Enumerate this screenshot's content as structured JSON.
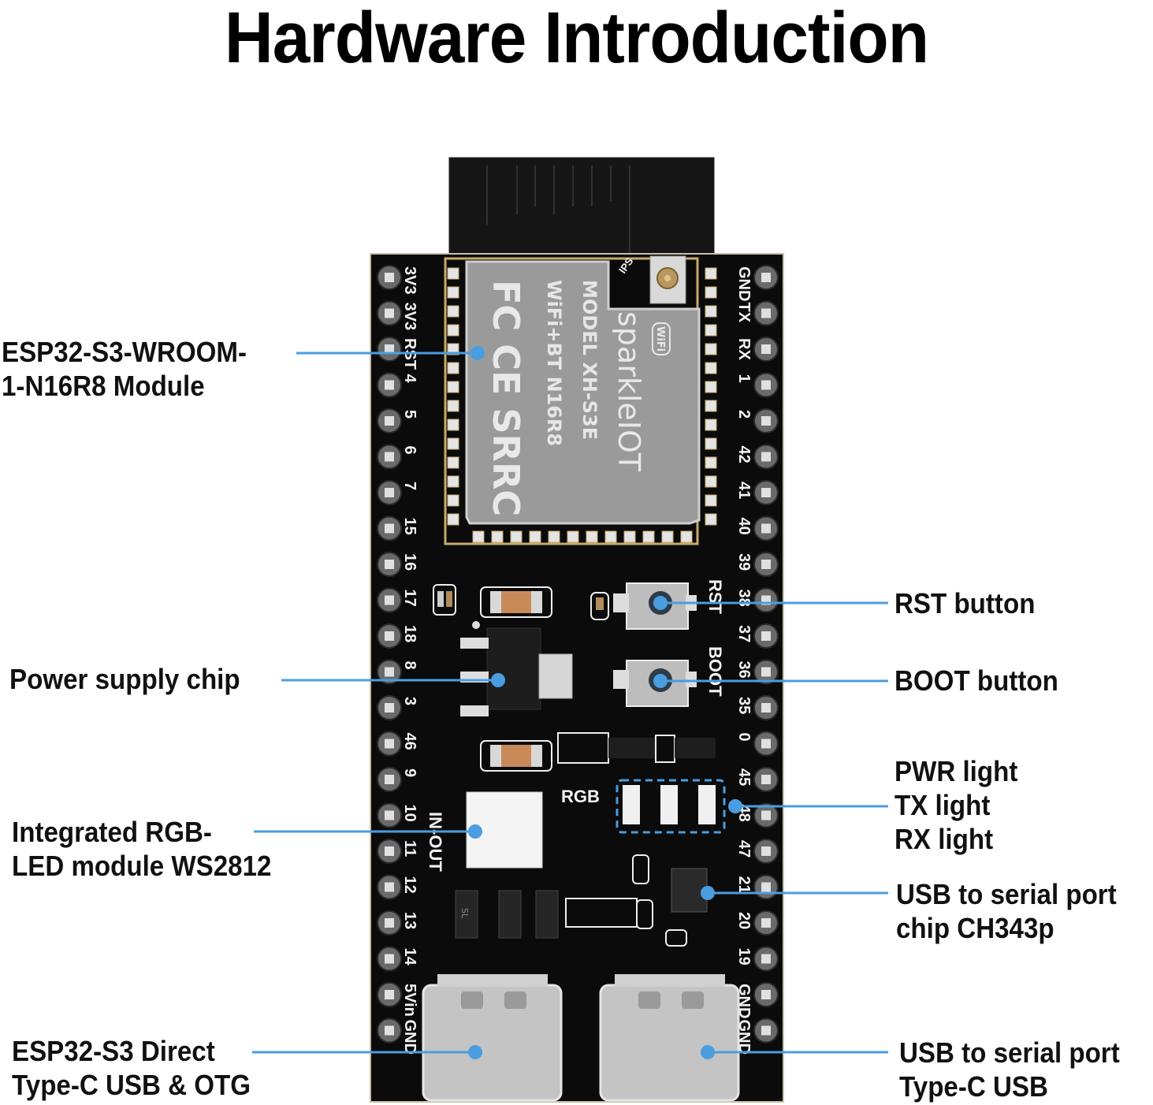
{
  "title": "Hardware Introduction",
  "accent_color": "#4a9de0",
  "callouts": {
    "module": {
      "line1": "ESP32-S3-WROOM-",
      "line2": "1-N16R8 Module"
    },
    "power_chip": {
      "line1": "Power supply chip"
    },
    "rgb_led": {
      "line1": "Integrated RGB-",
      "line2": "LED module WS2812"
    },
    "direct_usb": {
      "line1": "ESP32-S3 Direct",
      "line2": "Type-C USB & OTG"
    },
    "rst_button": {
      "line1": "RST button"
    },
    "boot_button": {
      "line1": "BOOT button"
    },
    "lights": {
      "line1": "PWR light",
      "line2": "TX light",
      "line3": "RX light"
    },
    "serial_chip": {
      "line1": "USB to serial port",
      "line2": "chip CH343p"
    },
    "serial_usb": {
      "line1": "USB to serial port",
      "line2": "Type-C USB"
    }
  },
  "board": {
    "left_pins": [
      "3V3",
      "3V3",
      "RST",
      "4",
      "5",
      "6",
      "7",
      "15",
      "16",
      "17",
      "18",
      "8",
      "3",
      "46",
      "9",
      "10",
      "11",
      "12",
      "13",
      "14",
      "5Vin",
      "GND"
    ],
    "right_pins": [
      "GND",
      "TX",
      "RX",
      "1",
      "2",
      "42",
      "41",
      "40",
      "39",
      "38",
      "37",
      "36",
      "35",
      "0",
      "45",
      "48",
      "47",
      "21",
      "20",
      "19",
      "GND",
      "GND"
    ],
    "silkscreen": {
      "rst": "RST",
      "boot": "BOOT",
      "rgb": "RGB",
      "in_out": "IN-OUT"
    },
    "module_marking": {
      "brand": "sparkleIOT",
      "model": "MODEL  XH-S3E",
      "spec": "WiFi+BT  N16R8",
      "cert": "FC CE SRRC",
      "wifi_badge": "WiFi",
      "antenna_label": "IPS"
    },
    "diode_marking": "SL"
  }
}
